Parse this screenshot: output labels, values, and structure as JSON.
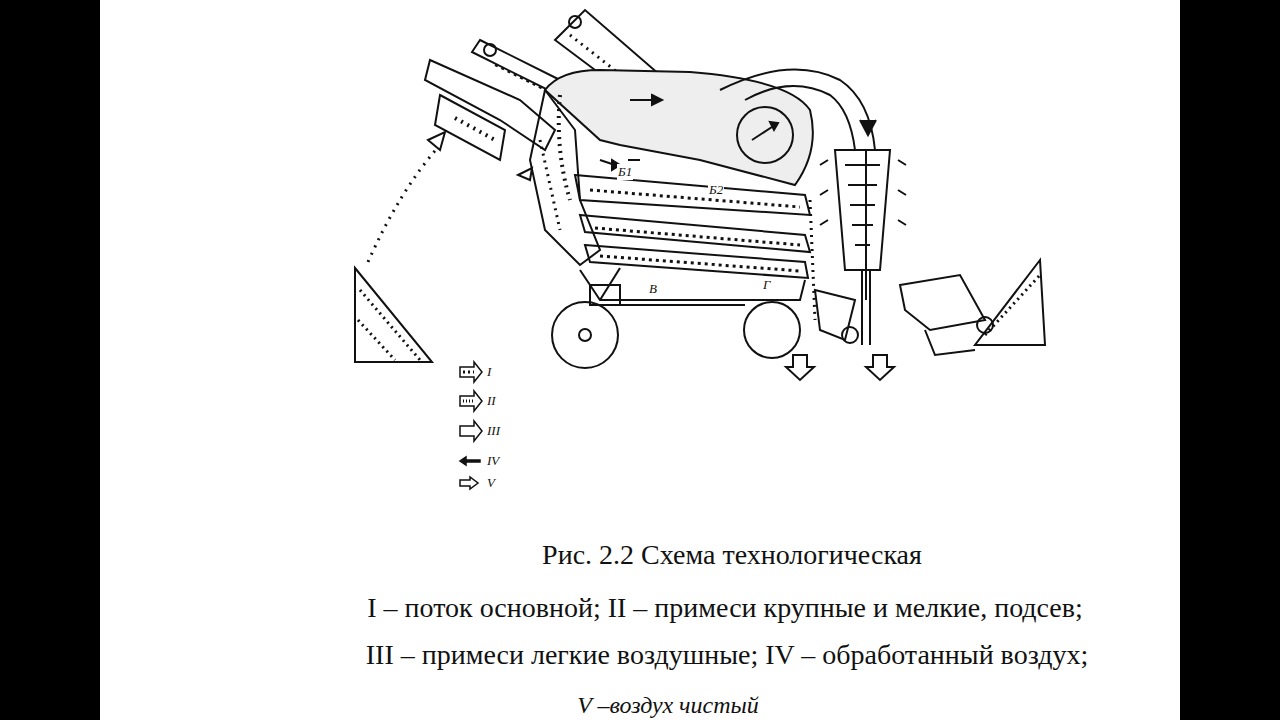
{
  "diagram": {
    "caption": "Рис. 2.2 Схема технологическая",
    "labels": [
      "I – поток основной;  II – примеси крупные и мелкие, подсев;",
      "III – примеси легкие воздушные; IV – обработанный воздух;",
      "V –воздух чистый",
      "Б1",
      "Б2",
      "В",
      "Г"
    ],
    "legend": [
      {
        "text": "I"
      },
      {
        "text": "II"
      },
      {
        "text": "III"
      },
      {
        "text": "IV"
      },
      {
        "text": "V"
      }
    ]
  }
}
